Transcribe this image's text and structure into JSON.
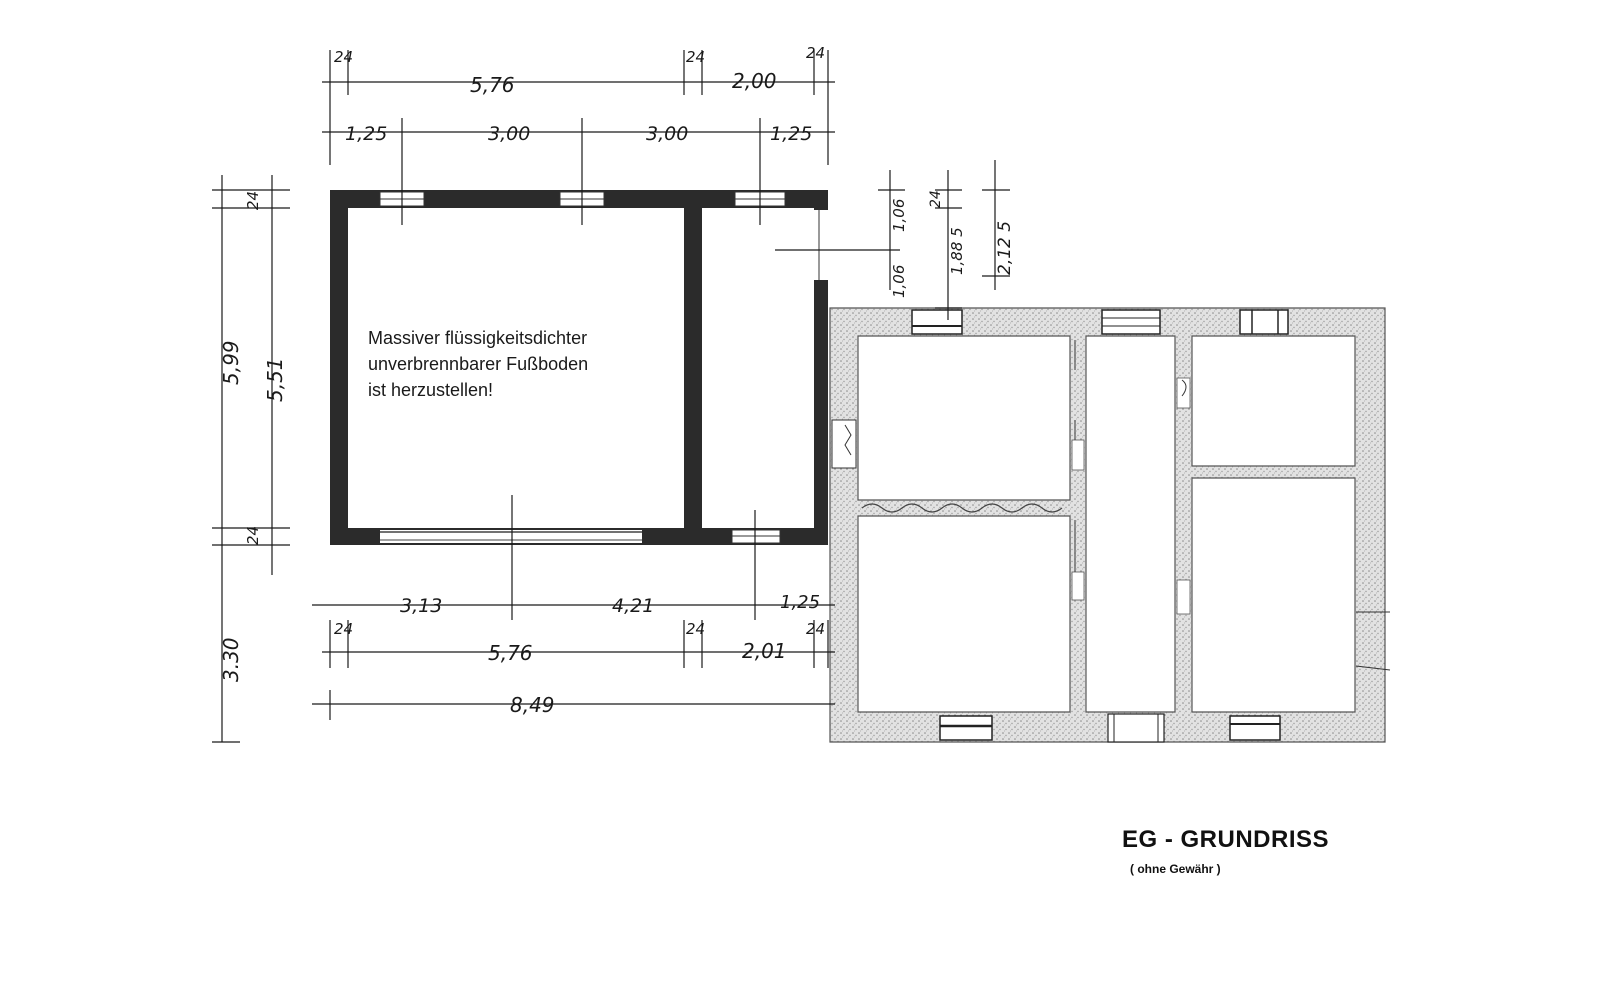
{
  "title": "EG - GRUNDRISS",
  "subtitle": "( ohne Gewähr )",
  "note": {
    "line1": "Massiver flüssigkeitsdichter",
    "line2": "unverbrennbarer Fußboden",
    "line3": "ist herzustellen!"
  },
  "dims": {
    "top_24_a": "24",
    "top_576": "5,76",
    "top_24_b": "24",
    "top_200": "2,00",
    "top_24_c": "24",
    "top_125_a": "1,25",
    "top_300_a": "3,00",
    "top_300_b": "3,00",
    "top_125_b": "1,25",
    "left_24_top": "24",
    "left_599": "5,99",
    "left_551": "5,51",
    "left_24_bottom": "24",
    "left_330": "3.30",
    "bottom_313": "3,13",
    "bottom_421": "4,21",
    "bottom_125": "1,25",
    "bottom_24_a": "24",
    "bottom_576": "5,76",
    "bottom_24_b": "24",
    "bottom_201": "2,01",
    "bottom_24_c": "24",
    "bottom_849": "8,49",
    "right_106_a": "1,06",
    "right_24": "24",
    "right_2125": "2,12 5",
    "right_106_b": "1,06",
    "right_1885": "1,88 5"
  },
  "colors": {
    "wall_dark": "#2b2b2b",
    "wall_hatched": "#d6d6d6",
    "line": "#1a1a1a"
  }
}
